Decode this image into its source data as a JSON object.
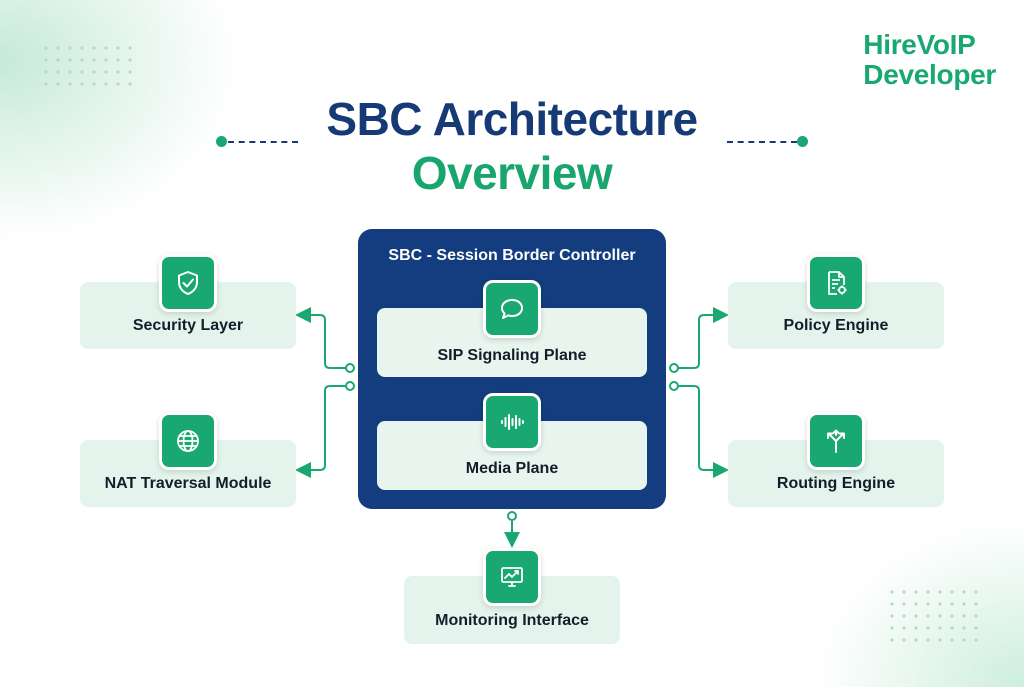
{
  "brand": {
    "line1": "HireVoIP",
    "line2": "Developer"
  },
  "title": {
    "line1": "SBC Architecture",
    "line2": "Overview"
  },
  "sbc": {
    "title": "SBC - Session Border Controller",
    "planes": [
      {
        "label": "SIP Signaling Plane",
        "icon": "chat-bubble-icon"
      },
      {
        "label": "Media Plane",
        "icon": "audio-wave-icon"
      }
    ]
  },
  "modules": {
    "security": {
      "label": "Security Layer",
      "icon": "shield-check-icon"
    },
    "nat": {
      "label": "NAT Traversal Module",
      "icon": "globe-icon"
    },
    "policy": {
      "label": "Policy Engine",
      "icon": "document-gear-icon"
    },
    "routing": {
      "label": "Routing Engine",
      "icon": "route-split-icon"
    },
    "monitoring": {
      "label": "Monitoring Interface",
      "icon": "monitor-chart-icon"
    }
  },
  "colors": {
    "navy": "#133d7e",
    "green": "#1aa872",
    "card": "#e4f4ec"
  }
}
